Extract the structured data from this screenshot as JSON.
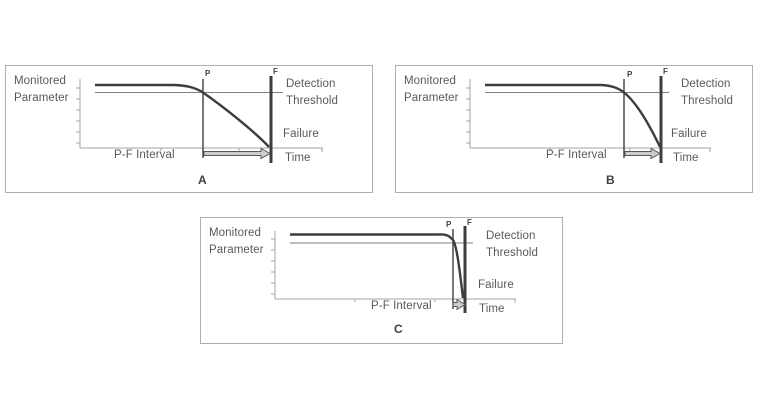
{
  "figure": {
    "colors": {
      "curve": "#3d3d3d",
      "threshold_line": "#7f7f7f",
      "axis": "#a3a3a3",
      "text": "#595959",
      "arrow_fill": "#cccccc",
      "arrow_outline": "#595959",
      "panel_border": "#aeaeae"
    }
  },
  "panels": [
    {
      "letter": "A",
      "monitored_line1": "Monitored",
      "monitored_line2": "Parameter",
      "detection_line1": "Detection",
      "detection_line2": "Threshold",
      "failure": "Failure",
      "time": "Time",
      "interval": "P-F Interval",
      "point_p": "P",
      "point_f": "F"
    },
    {
      "letter": "B",
      "monitored_line1": "Monitored",
      "monitored_line2": "Parameter",
      "detection_line1": "Detection",
      "detection_line2": "Threshold",
      "failure": "Failure",
      "time": "Time",
      "interval": "P-F Interval",
      "point_p": "P",
      "point_f": "F"
    },
    {
      "letter": "C",
      "monitored_line1": "Monitored",
      "monitored_line2": "Parameter",
      "detection_line1": "Detection",
      "detection_line2": "Threshold",
      "failure": "Failure",
      "time": "Time",
      "interval": "P-F Interval",
      "point_p": "P",
      "point_f": "F"
    }
  ]
}
